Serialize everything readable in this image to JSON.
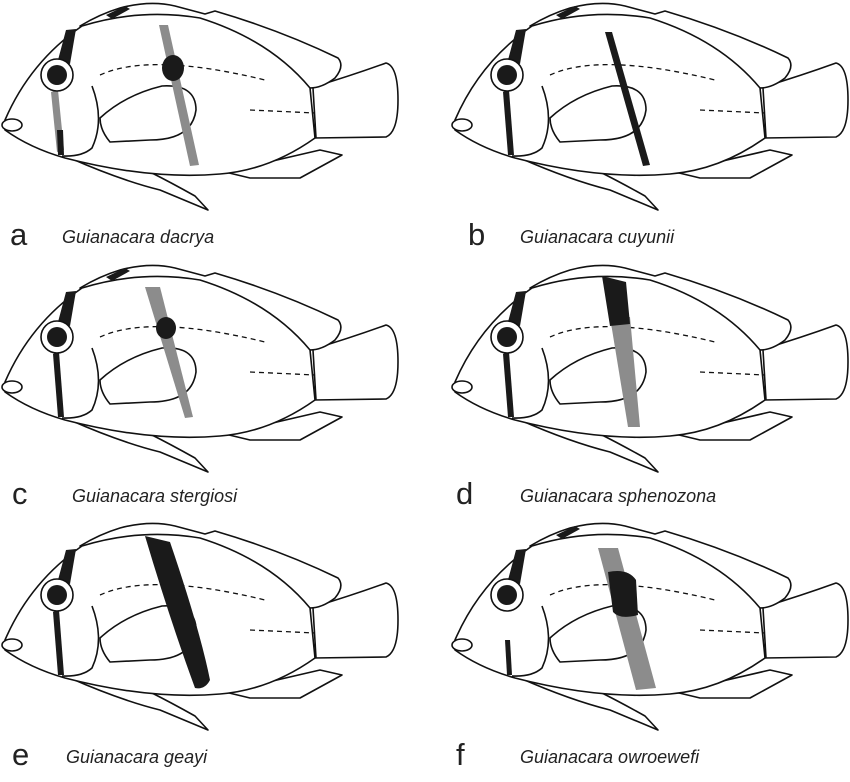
{
  "panels": [
    {
      "letter": "a",
      "species": "Guianacara dacrya"
    },
    {
      "letter": "b",
      "species": "Guianacara cuyunii"
    },
    {
      "letter": "c",
      "species": "Guianacara stergiosi"
    },
    {
      "letter": "d",
      "species": "Guianacara sphenozona"
    },
    {
      "letter": "e",
      "species": "Guianacara geayi"
    },
    {
      "letter": "f",
      "species": "Guianacara owroewefi"
    }
  ],
  "colors": {
    "black_marking": "#1a1a1a",
    "grey_marking": "#8c8c8c"
  }
}
